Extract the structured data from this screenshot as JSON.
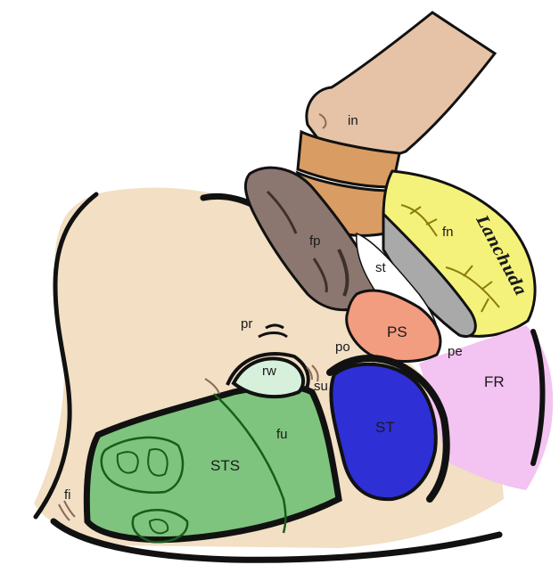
{
  "labels": {
    "in": "in",
    "fp": "fp",
    "st": "st",
    "fn": "fn",
    "pr": "pr",
    "po": "po",
    "PS": "PS",
    "pe": "pe",
    "FR": "FR",
    "rw": "rw",
    "su": "su",
    "ST": "ST",
    "fu": "fu",
    "STS": "STS",
    "fi": "fi"
  },
  "signature": "Lanchuda",
  "colors": {
    "background_tissue": "#f2dfc4",
    "finger": "#e6c3a6",
    "instrument": "#d99c62",
    "flap": "#8c7770",
    "facial_nerve_region": "#f4f27a",
    "stapes_ps": "#f29c80",
    "facial_recess": "#f3c3f1",
    "round_window": "#d6f0dc",
    "sinus_tympani": "#2f2fd6",
    "sinus_tympani_sulcus": "#7ec47e",
    "outline": "#111111"
  }
}
